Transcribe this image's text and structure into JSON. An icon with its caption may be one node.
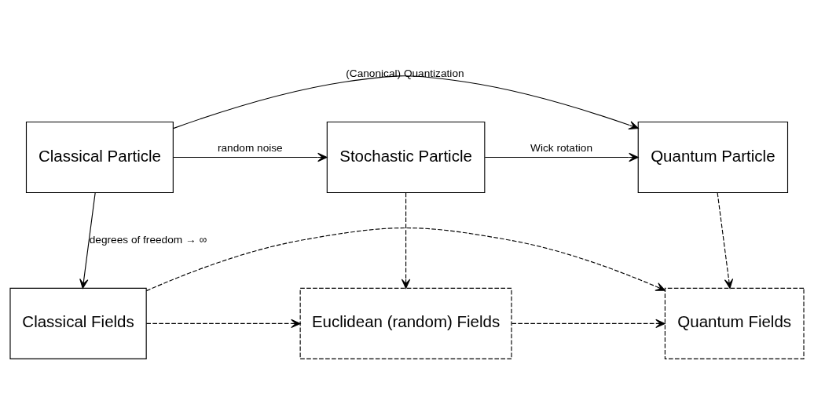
{
  "diagram": {
    "nodes": [
      {
        "text": [
          "Classical Particle"
        ]
      },
      {
        "text": [
          "Stochastic Particle"
        ]
      },
      {
        "text": [
          "Quantum Particle"
        ]
      },
      {
        "text": [
          "Classical Fields"
        ]
      },
      {
        "text": [
          "Euclidean (random) Fields"
        ]
      },
      {
        "text": [
          "Quantum Fields"
        ]
      }
    ],
    "edges": [
      {
        "from": 0,
        "to": 2,
        "arrow": "to",
        "label": "(Canonical) Quantization"
      },
      {
        "from": 0,
        "to": 1,
        "arrow": "to",
        "label": "random noise"
      },
      {
        "from": 1,
        "to": 2,
        "arrow": "to",
        "label": "Wick rotation"
      },
      {
        "from": 0,
        "to": 3,
        "arrow": "to",
        "label": "degrees of freedom → ∞"
      },
      {
        "from": 1,
        "to": 4,
        "arrow": "to",
        "style": "dashed"
      },
      {
        "from": 2,
        "to": 5,
        "arrow": "to",
        "style": "dashed"
      },
      {
        "from": 3,
        "to": 4,
        "arrow": "to",
        "style": "dashed"
      },
      {
        "from": 4,
        "to": 5,
        "arrow": "to",
        "style": "dashed"
      },
      {
        "from": 3,
        "to": 5,
        "arrow": "to",
        "style": "dashed"
      }
    ]
  }
}
